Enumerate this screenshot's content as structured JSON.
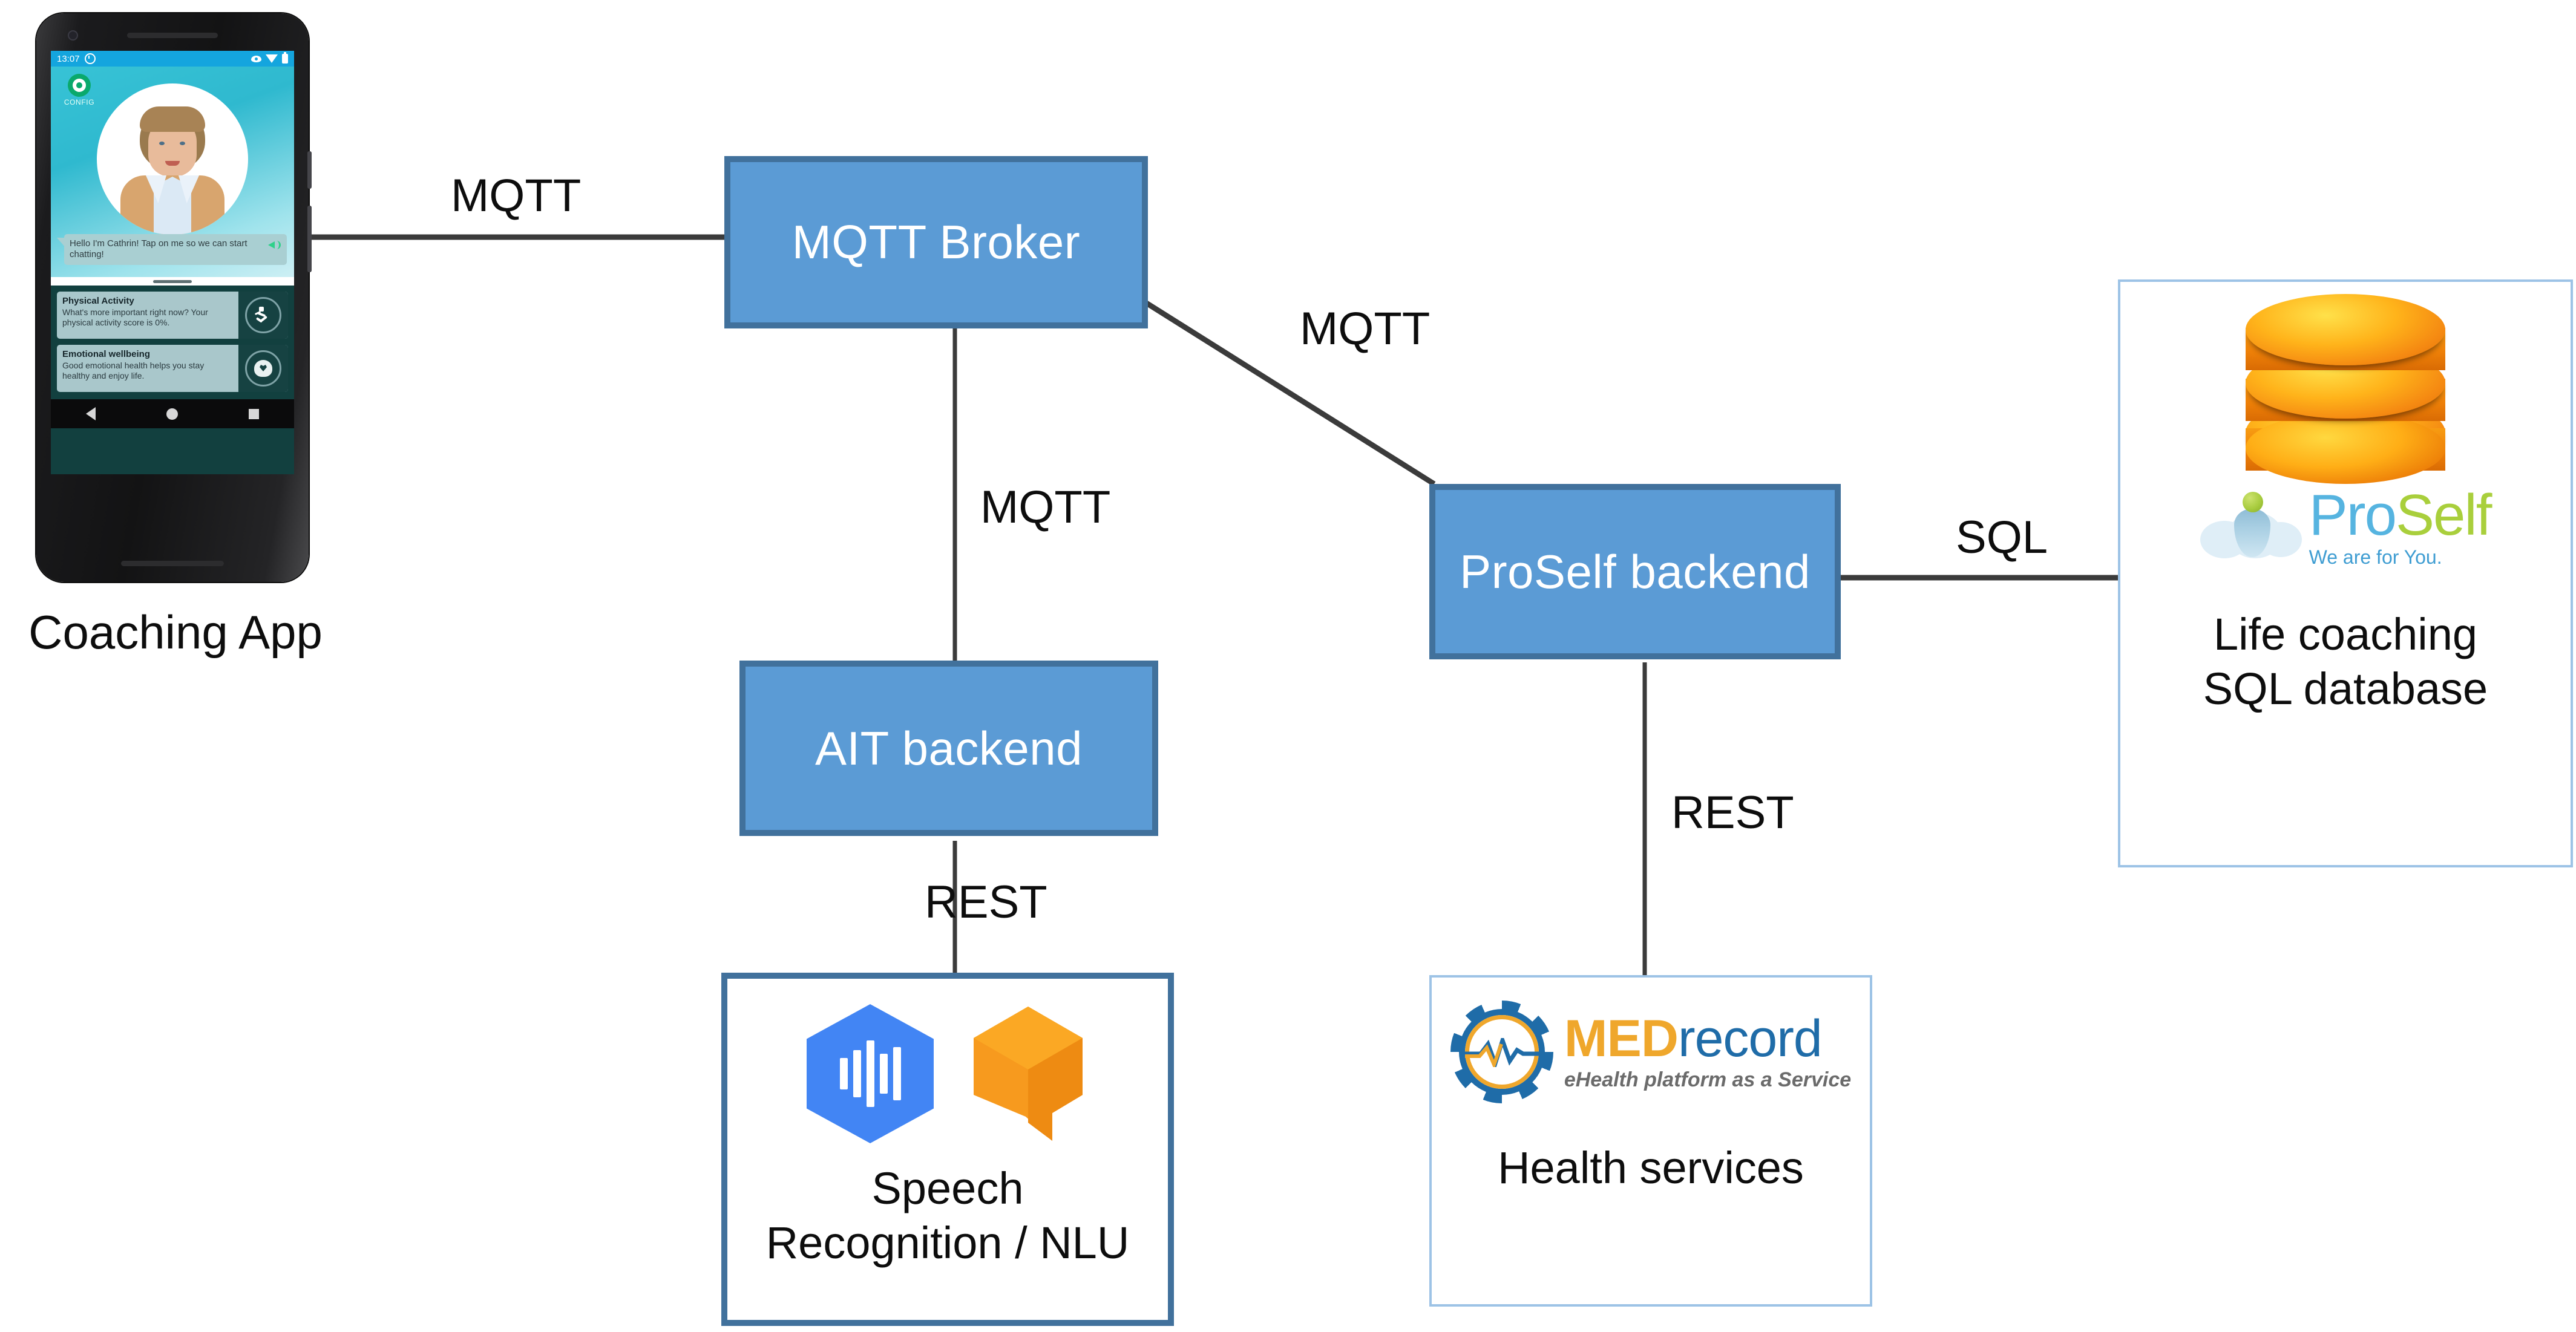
{
  "diagram": {
    "title": "Coaching App system architecture",
    "colors": {
      "node_fill": "#5B9BD5",
      "node_border": "#41719C",
      "panel_border_thin": "#9DC3E6",
      "panel_border_thick": "#41719C",
      "connector": "#3B3B3B",
      "text": "#0D0D0D"
    },
    "nodes": [
      {
        "id": "mqtt-broker",
        "label": "MQTT Broker"
      },
      {
        "id": "ait-backend",
        "label": "AIT backend"
      },
      {
        "id": "proself-backend",
        "label": "ProSelf backend"
      }
    ],
    "edges": [
      {
        "id": "edge-app-broker",
        "label": "MQTT",
        "from": "coaching-app",
        "to": "mqtt-broker"
      },
      {
        "id": "edge-broker-proself",
        "label": "MQTT",
        "from": "mqtt-broker",
        "to": "proself-backend"
      },
      {
        "id": "edge-broker-ait",
        "label": "MQTT",
        "from": "mqtt-broker",
        "to": "ait-backend"
      },
      {
        "id": "edge-ait-speech",
        "label": "REST",
        "from": "ait-backend",
        "to": "speech-nlu"
      },
      {
        "id": "edge-proself-health",
        "label": "REST",
        "from": "proself-backend",
        "to": "health-services"
      },
      {
        "id": "edge-proself-sqldb",
        "label": "SQL",
        "from": "proself-backend",
        "to": "life-coaching-db"
      }
    ],
    "panels": [
      {
        "id": "speech-nlu",
        "caption": "Speech\nRecognition / NLU"
      },
      {
        "id": "health-services",
        "caption": "Health services"
      },
      {
        "id": "life-coaching-db",
        "caption": "Life coaching\nSQL database"
      }
    ]
  },
  "coaching_app": {
    "caption": "Coaching App",
    "phone": {
      "status_bar": {
        "time": "13:07",
        "icons": [
          "alarm-clock-icon",
          "eye-icon",
          "wifi-icon",
          "battery-icon"
        ]
      },
      "config_button": {
        "label": "CONFIG",
        "icon": "gear-icon"
      },
      "avatar": {
        "name": "Cathrin",
        "icon": "avatar-portrait"
      },
      "speech_bubble": {
        "text": "Hello I'm Cathrin! Tap on me so we can start chatting!",
        "speaker_icon": "speaker-icon"
      },
      "cards": [
        {
          "title": "Physical Activity",
          "body": "What's more important right now? Your physical activity score is 0%.",
          "icon": "running-person-icon"
        },
        {
          "title": "Emotional wellbeing",
          "body": "Good emotional health helps you stay healthy and enjoy life.",
          "icon": "head-heart-icon"
        }
      ],
      "nav_bar": [
        "back-icon",
        "home-icon",
        "recents-icon"
      ]
    }
  },
  "logos": {
    "proself": {
      "name_part1": "Pro",
      "name_part2": "Self",
      "tagline": "We are for You.",
      "icon": "cloud-person-icon",
      "color_part1": "#56B4E0",
      "color_part2": "#A9CF3C"
    },
    "medrecord": {
      "name_part1": "MED",
      "name_part2": "record",
      "tagline": "eHealth platform as a Service",
      "icon": "gear-pulse-icon",
      "color_part1": "#EFA72C",
      "color_part2": "#1F6CA8"
    },
    "speech": {
      "icon": "google-speech-to-text-hexagon-icon",
      "color": "#4285F4"
    },
    "nlu": {
      "icon": "dialogflow-cube-icon",
      "color": "#F79A1E"
    },
    "database": {
      "icon": "database-cylinder-icon",
      "color": "#F79C12"
    }
  }
}
